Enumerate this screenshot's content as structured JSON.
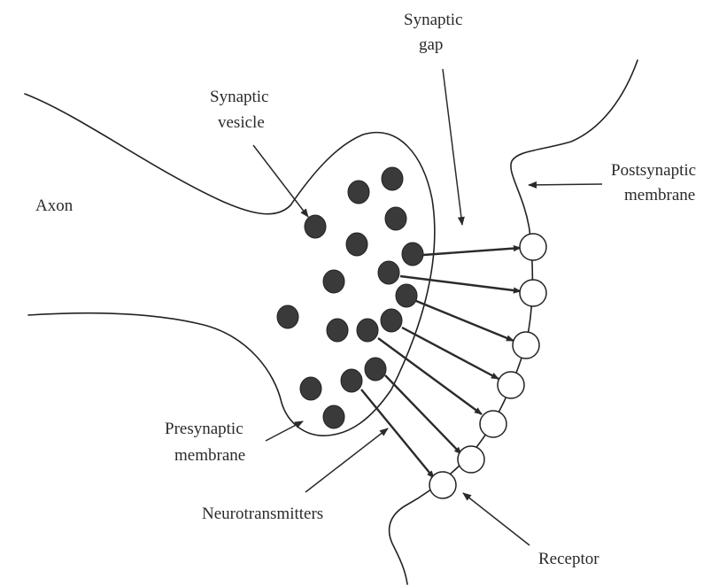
{
  "labels": {
    "synaptic_gap_line1": "Synaptic",
    "synaptic_gap_line2": "gap",
    "synaptic_vesicle_line1": "Synaptic",
    "synaptic_vesicle_line2": "vesicle",
    "axon": "Axon",
    "postsynaptic_line1": "Postsynaptic",
    "postsynaptic_line2": "membrane",
    "presynaptic_line1": "Presynaptic",
    "presynaptic_line2": "membrane",
    "neurotransmitters": "Neurotransmitters",
    "receptor": "Receptor"
  },
  "colors": {
    "ink": "#222222",
    "vesicle_fill": "#3a3a3a",
    "background": "#ffffff"
  }
}
